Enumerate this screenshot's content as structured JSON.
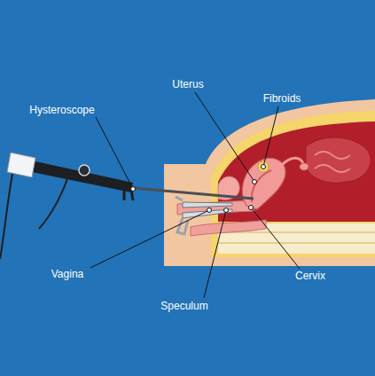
{
  "diagram": {
    "labels": [
      "Uterus",
      "Fibroids",
      "Hysteroscope",
      "Vagina",
      "Cervix",
      "Speculum"
    ]
  }
}
